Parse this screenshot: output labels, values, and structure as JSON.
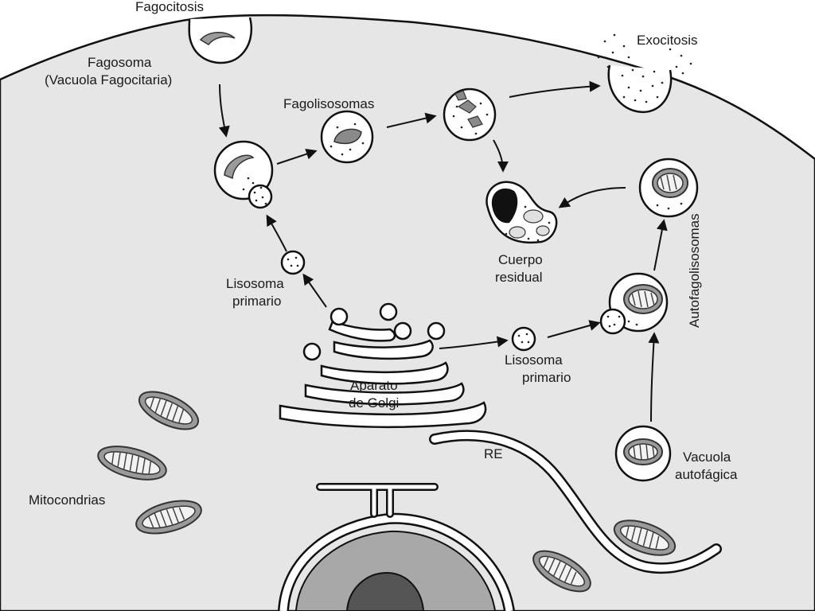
{
  "labels": {
    "fagocitosis": "Fagocitosis",
    "fagosoma_1": "Fagosoma",
    "fagosoma_2": "(Vacuola Fagocitaria)",
    "fagolisosomas": "Fagolisosomas",
    "exocitosis": "Exocitosis",
    "autofagolisosomas": "Autofagolisosomas",
    "cuerpo_residual_1": "Cuerpo",
    "cuerpo_residual_2": "residual",
    "lisosoma_primario_left_1": "Lisosoma",
    "lisosoma_primario_left_2": "primario",
    "lisosoma_primario_right_1": "Lisosoma",
    "lisosoma_primario_right_2": "primario",
    "golgi_1": "Aparato",
    "golgi_2": "de Golgi",
    "re": "RE",
    "vacuola_autofagica_1": "Vacuola",
    "vacuola_autofagica_2": "autofágica",
    "mitocondrias": "Mitocondrias"
  },
  "colors": {
    "cytoplasm": "#e6e6e6",
    "membrane": "#111111",
    "mitochondria": "#9a9a9a",
    "nucleus": "#a8a8a8",
    "nucleolus": "#555555"
  }
}
